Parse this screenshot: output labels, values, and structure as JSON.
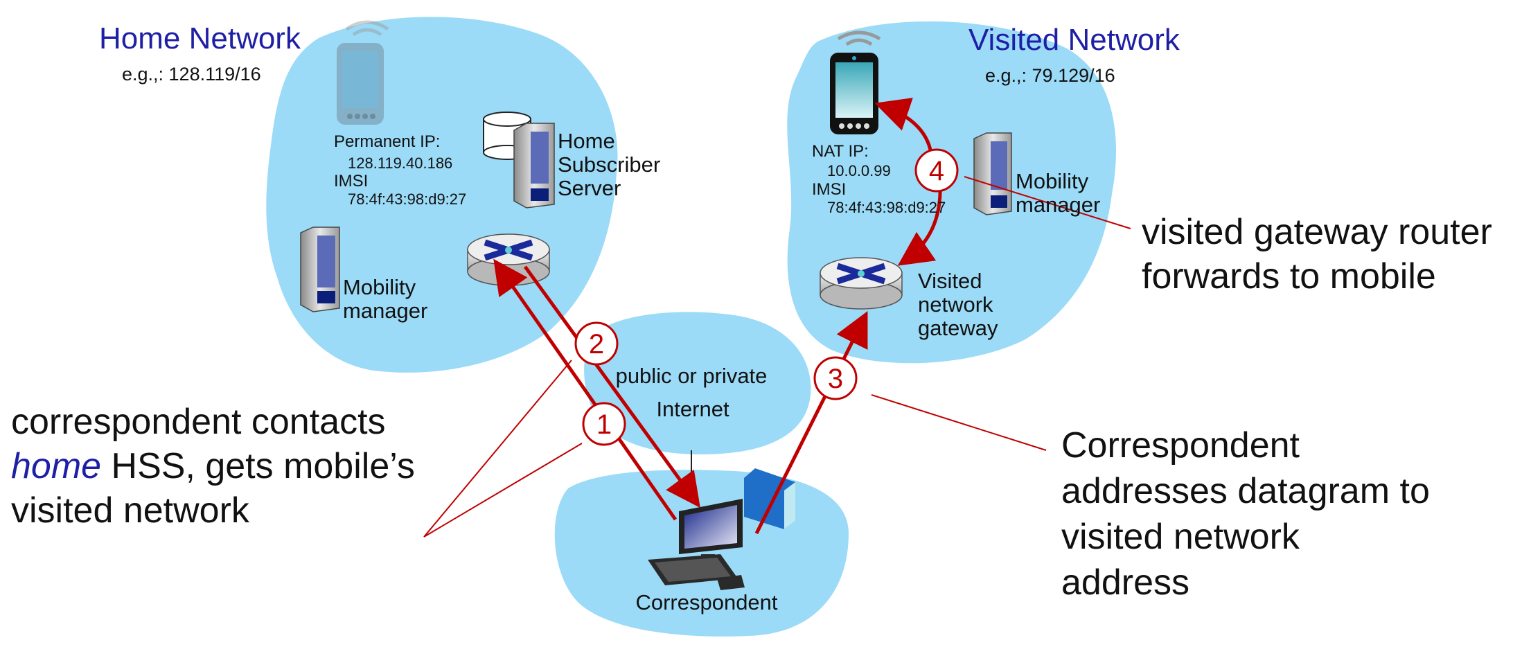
{
  "home_network": {
    "title": "Home Network",
    "prefix": "e.g.,: 128.119/16",
    "permanent_ip_label": "Permanent IP:",
    "permanent_ip": "128.119.40.186",
    "imsi_label": "IMSI",
    "imsi": "78:4f:43:98:d9:27",
    "hss_label": [
      "Home",
      "Subscriber",
      "Server"
    ],
    "mobility_manager_label": [
      "Mobility",
      "manager"
    ]
  },
  "visited_network": {
    "title": "Visited Network",
    "prefix": "e.g.,: 79.129/16",
    "nat_ip_label": "NAT IP:",
    "nat_ip": "10.0.0.99",
    "imsi_label": "IMSI",
    "imsi": "78:4f:43:98:d9:27",
    "mobility_manager_label": [
      "Mobility",
      "manager"
    ],
    "gateway_label": [
      "Visited",
      "network",
      "gateway"
    ]
  },
  "internet": {
    "label_line1": "public or  private",
    "label_line2": "Internet"
  },
  "correspondent": {
    "label": "Correspondent"
  },
  "steps": [
    "1",
    "2",
    "3",
    "4"
  ],
  "notes": {
    "left": {
      "line1": "correspondent contacts",
      "line2_italic": "home",
      "line2_rest": " HSS, gets mobile’s",
      "line3": "visited network"
    },
    "right_bottom": [
      "Correspondent",
      "addresses datagram to",
      "visited network",
      "address"
    ],
    "right_top": [
      "visited gateway router",
      "forwards to mobile"
    ]
  },
  "colors": {
    "cloud": "#9bdbf7",
    "arrow": "#c00000",
    "title": "#1f1fa6",
    "italic_home": "#1f1fa6"
  }
}
